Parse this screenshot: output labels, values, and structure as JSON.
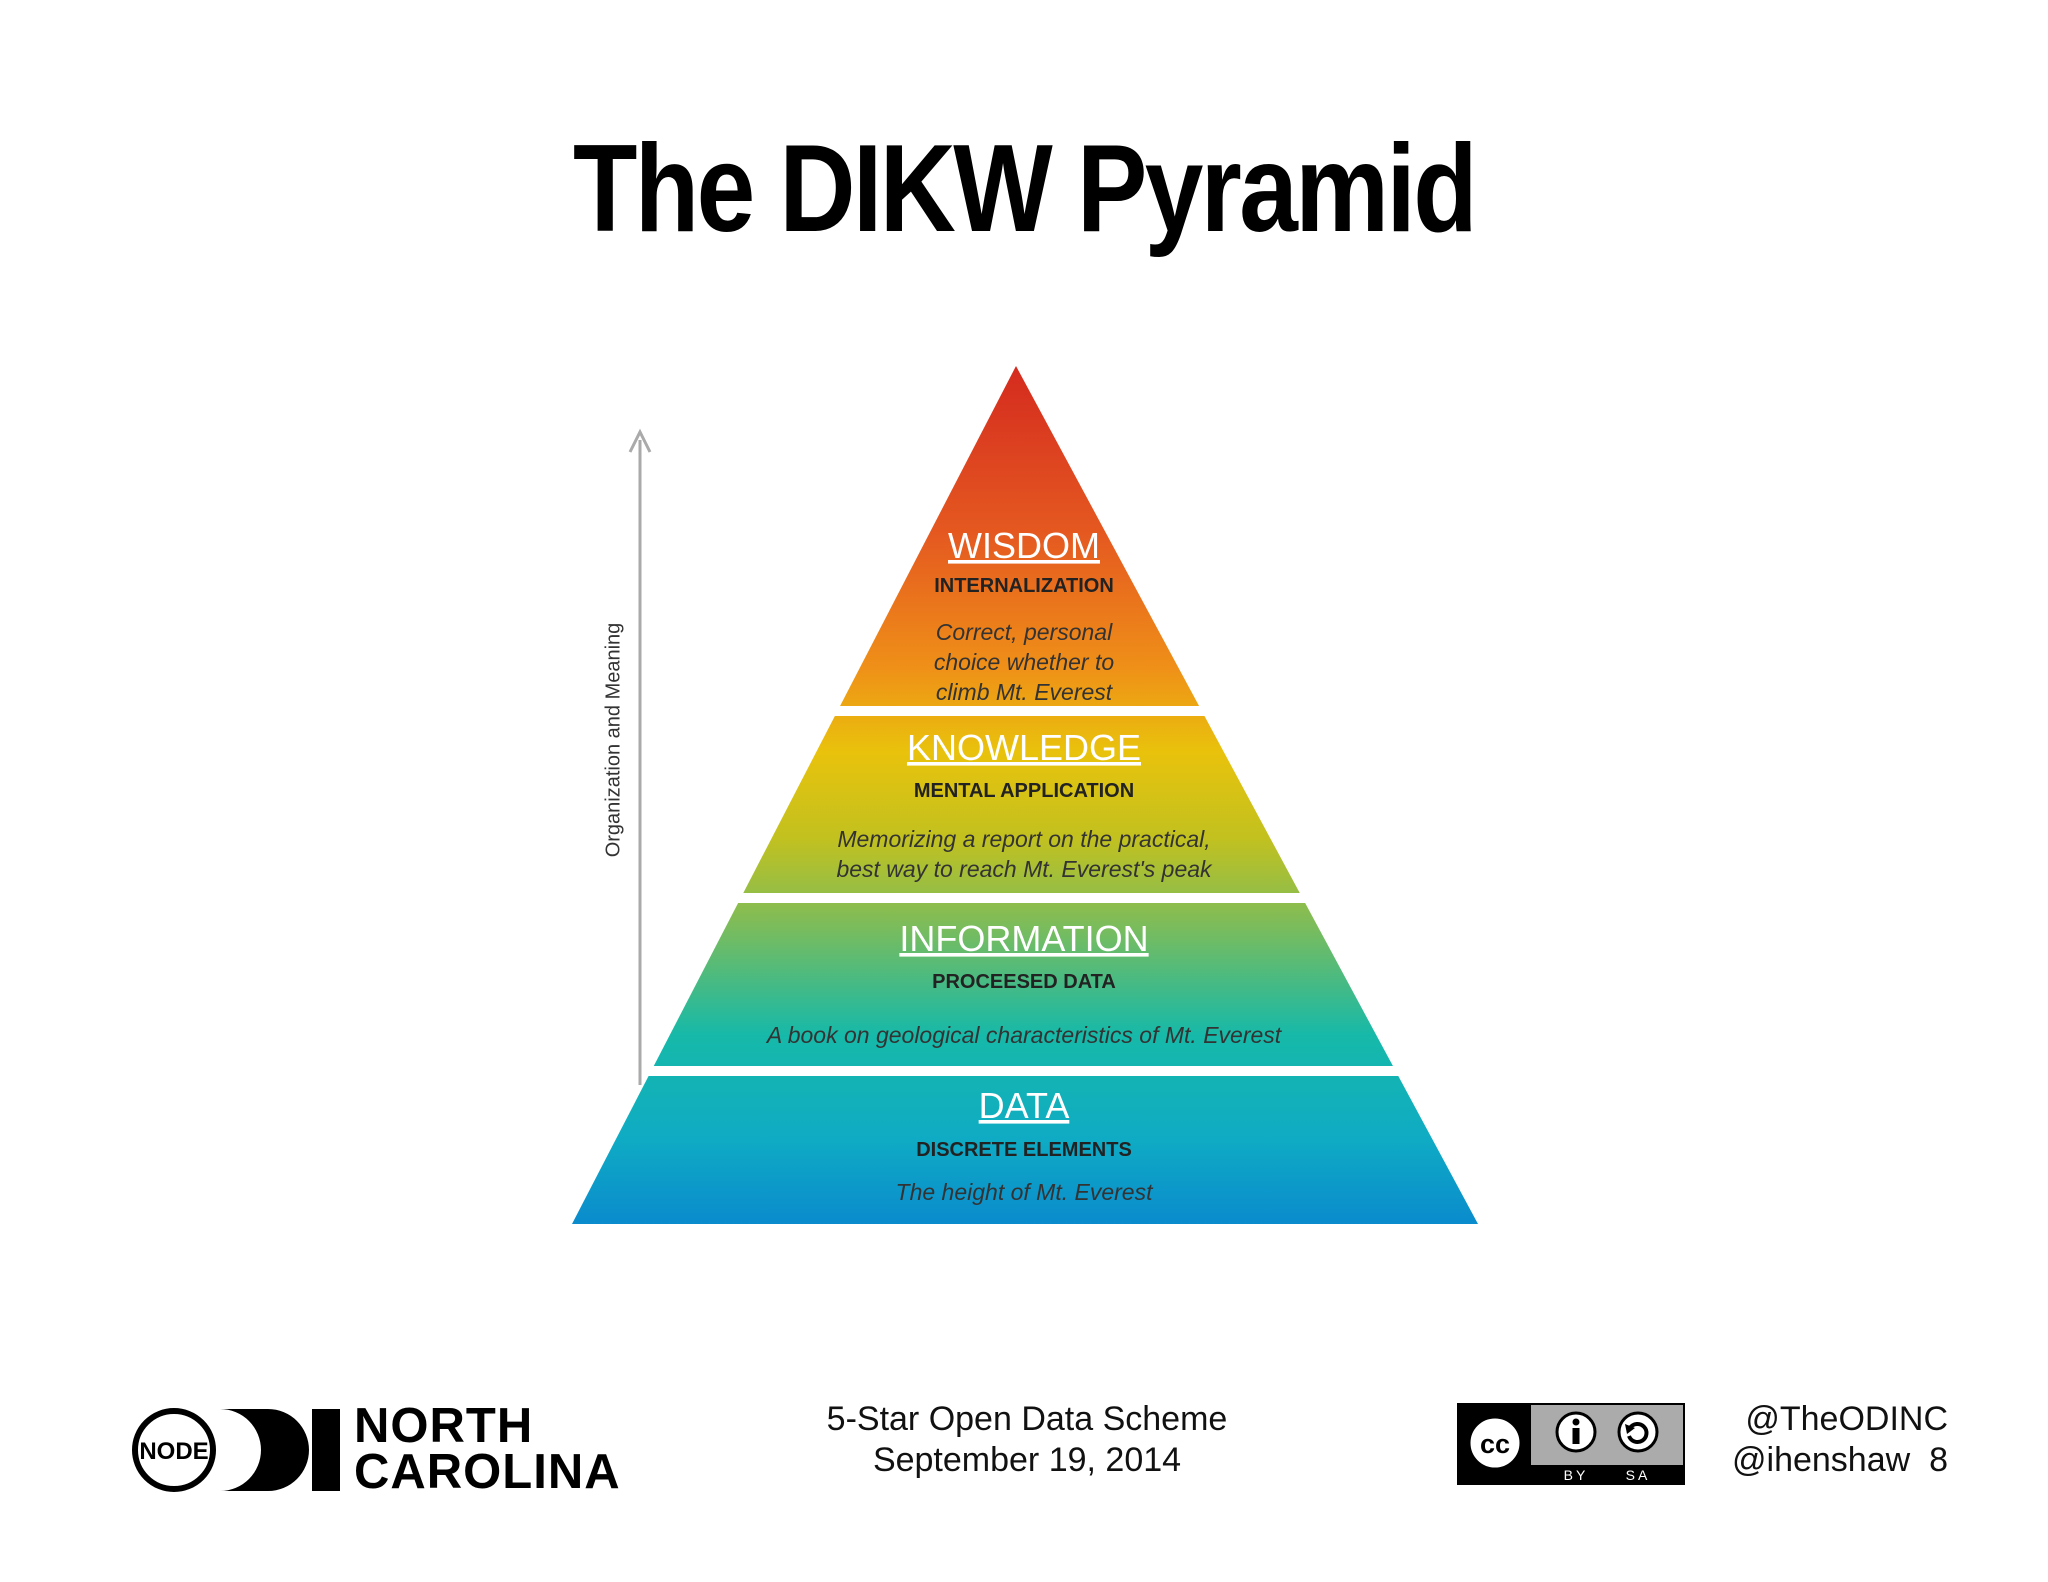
{
  "slide": {
    "title": "The DIKW Pyramid"
  },
  "diagram": {
    "axis_label": "Organization and Meaning",
    "levels": [
      {
        "name": "WISDOM",
        "subtitle": "INTERNALIZATION",
        "description": [
          "Correct, personal",
          "choice whether to",
          "climb Mt. Everest"
        ]
      },
      {
        "name": "KNOWLEDGE",
        "subtitle": "MENTAL APPLICATION",
        "description": [
          "Memorizing a report on the practical,",
          "best way to reach Mt. Everest's peak"
        ]
      },
      {
        "name": "INFORMATION",
        "subtitle": "PROCEESED DATA",
        "description": [
          "A book on geological characteristics of Mt. Everest"
        ]
      },
      {
        "name": "DATA",
        "subtitle": "DISCRETE ELEMENTS",
        "description": [
          "The height of Mt. Everest"
        ]
      }
    ]
  },
  "footer": {
    "logo_node": "NODE",
    "logo_line1": "NORTH",
    "logo_line2": "CAROLINA",
    "event": "5-Star Open Data Scheme",
    "date": "September 19, 2014",
    "license_cc": "cc",
    "license_by": "BY",
    "license_sa": "SA",
    "handle1": "@TheODINC",
    "handle2": "@ihenshaw",
    "page_number": "8"
  }
}
